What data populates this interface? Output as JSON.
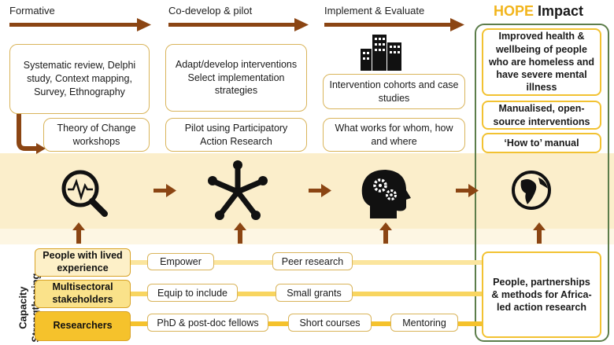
{
  "phases": {
    "formative": "Formative",
    "codevelop": "Co-develop & pilot",
    "implement": "Implement & Evaluate",
    "impact_brand": "HOPE",
    "impact_word": "Impact"
  },
  "formative": {
    "box1": "Systematic review, Delphi study, Context mapping, Survey, Ethnography",
    "box2": "Theory of Change workshops"
  },
  "codevelop": {
    "box1": "Adapt/develop interventions Select implementation strategies",
    "box2": "Pilot using Participatory Action Research"
  },
  "implement": {
    "box1": "Intervention cohorts and case studies",
    "box2": "What works for whom, how and where"
  },
  "impact": {
    "item1": "Improved health & wellbeing of people who are homeless and have severe mental illness",
    "item2": "Manualised, open-source interventions",
    "item3": "‘How to’ manual",
    "capacity_outcome": "People, partnerships & methods for Africa-led action research"
  },
  "icons": [
    "magnifier-pulse-icon",
    "hands-network-icon",
    "head-gears-icon",
    "globe-icon",
    "city-buildings-icon"
  ],
  "capacity": {
    "title": "Capacity Strengthening",
    "groups": [
      {
        "label": "People with lived experience",
        "items": [
          "Empower",
          "Peer research"
        ]
      },
      {
        "label": "Multisectoral stakeholders",
        "items": [
          "Equip to include",
          "Small grants"
        ]
      },
      {
        "label": "Researchers",
        "items": [
          "PhD & post-doc fellows",
          "Short courses",
          "Mentoring"
        ]
      }
    ]
  },
  "colors": {
    "arrow": "#8b4513",
    "accent_yellow": "#f2c232",
    "impact_border": "#5c7d4a",
    "band": "#fbeecb"
  }
}
